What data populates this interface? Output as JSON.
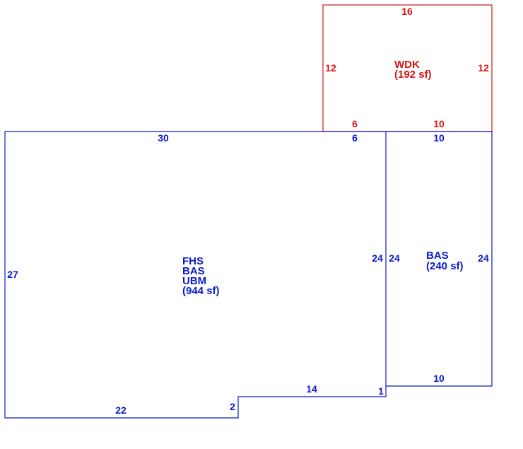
{
  "colors": {
    "blue": "#0a1ac8",
    "red": "#d81414",
    "background": "#ffffff"
  },
  "areas": [
    {
      "id": "main",
      "color": "blue",
      "labels": [
        "FHS",
        "BAS",
        "UBM"
      ],
      "area": "(944 sf)",
      "dims": {
        "top_left": "30",
        "top_right": "6",
        "left": "27",
        "right": "24",
        "notch_top": "14",
        "notch_right": "1",
        "notch_left": "2",
        "bottom": "22"
      }
    },
    {
      "id": "bas-wing",
      "color": "blue",
      "labels": [
        "BAS"
      ],
      "area": "(240 sf)",
      "dims": {
        "top": "10",
        "left": "24",
        "right": "24",
        "bottom": "10"
      }
    },
    {
      "id": "deck",
      "color": "red",
      "labels": [
        "WDK"
      ],
      "area": "(192 sf)",
      "dims": {
        "top": "16",
        "left": "12",
        "right": "12",
        "bottom_left": "6",
        "bottom_right": "10"
      }
    }
  ]
}
